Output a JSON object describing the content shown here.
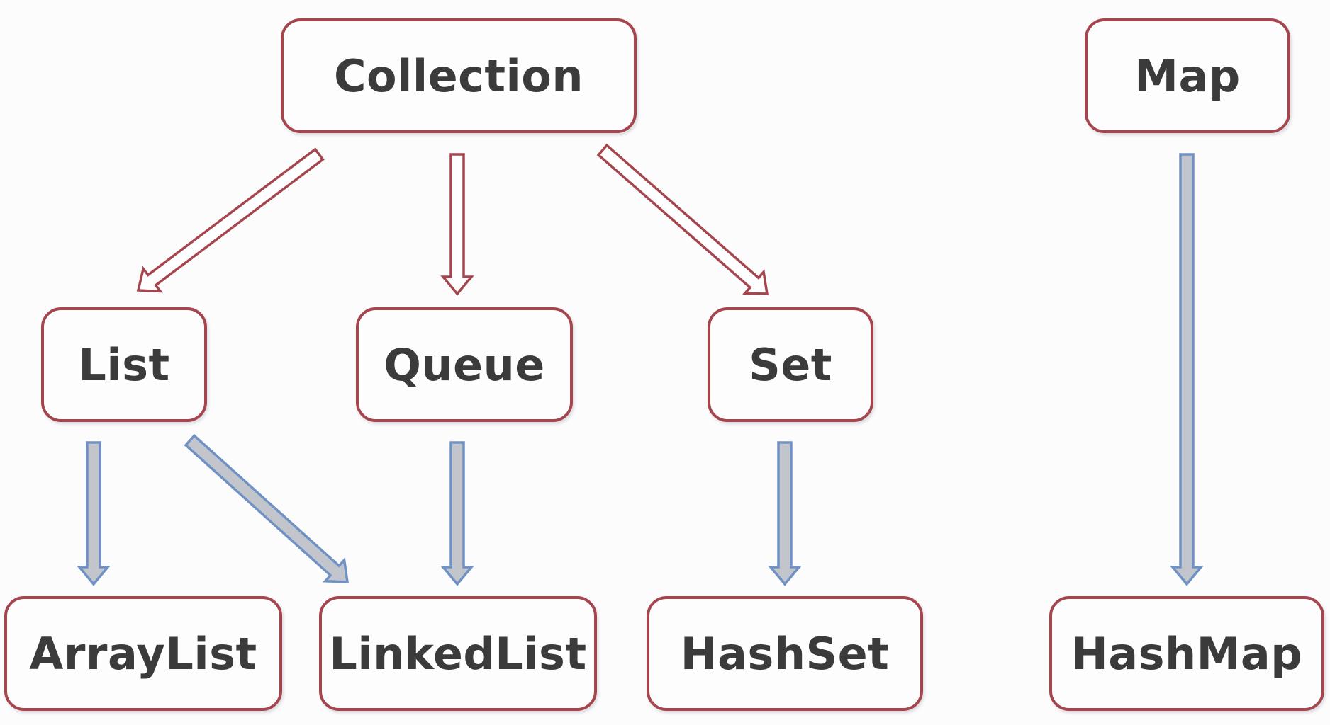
{
  "nodes": {
    "collection": "Collection",
    "map": "Map",
    "list": "List",
    "queue": "Queue",
    "set": "Set",
    "arraylist": "ArrayList",
    "linkedlist": "LinkedList",
    "hashset": "HashSet",
    "hashmap": "HashMap"
  },
  "edges": [
    {
      "from": "collection",
      "to": "list",
      "style": "extends"
    },
    {
      "from": "collection",
      "to": "queue",
      "style": "extends"
    },
    {
      "from": "collection",
      "to": "set",
      "style": "extends"
    },
    {
      "from": "list",
      "to": "arraylist",
      "style": "implements"
    },
    {
      "from": "list",
      "to": "linkedlist",
      "style": "implements"
    },
    {
      "from": "queue",
      "to": "linkedlist",
      "style": "implements"
    },
    {
      "from": "set",
      "to": "hashset",
      "style": "implements"
    },
    {
      "from": "map",
      "to": "hashmap",
      "style": "implements"
    }
  ],
  "colors": {
    "box_border": "#a5454d",
    "extends_arrow": "#a5454d",
    "implements_arrow": "#6f91c4",
    "text": "#3b3b3b"
  }
}
